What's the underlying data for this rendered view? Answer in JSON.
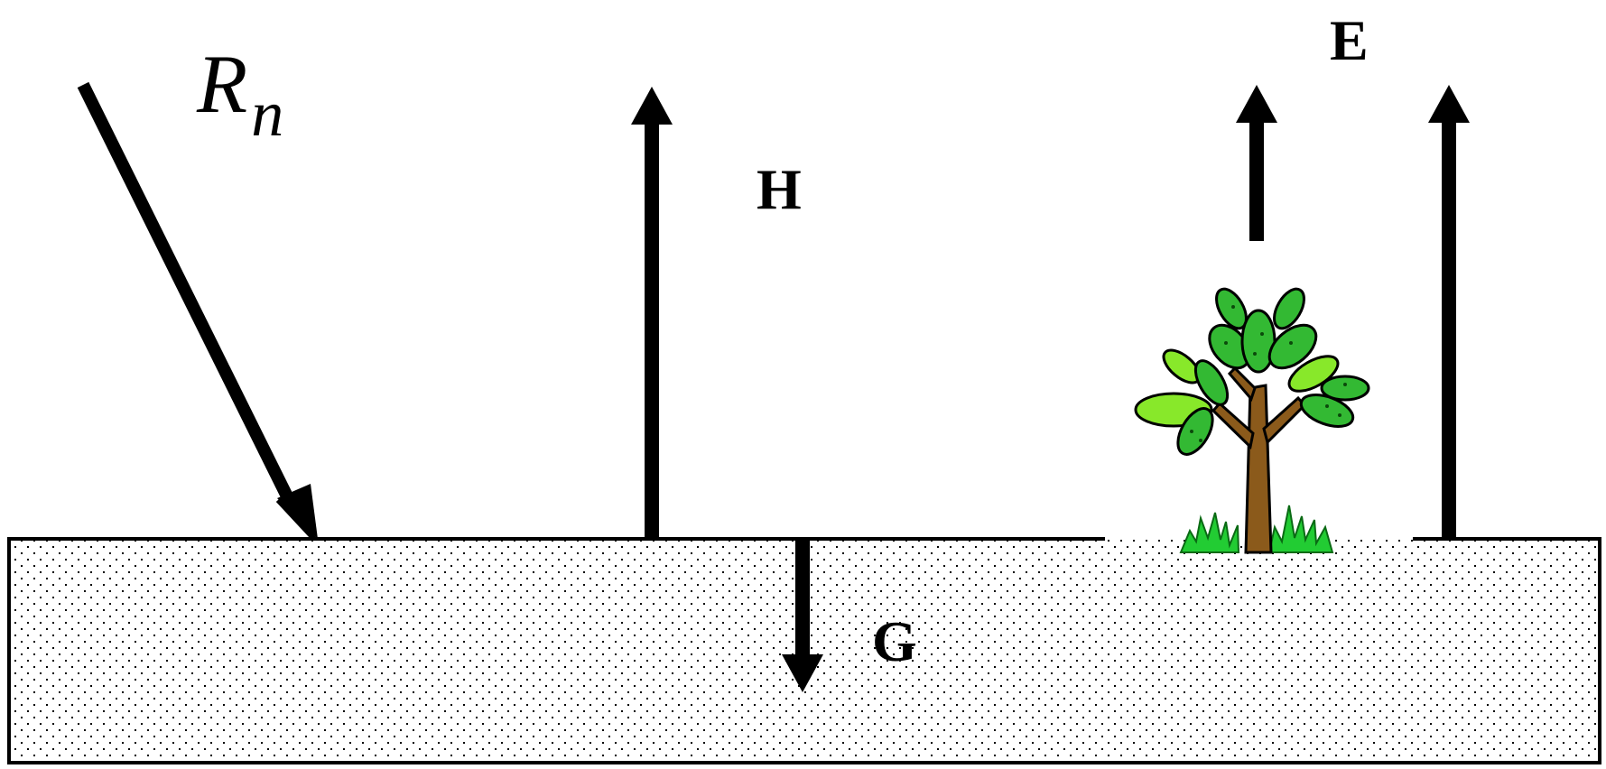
{
  "labels": {
    "net_radiation": "R",
    "net_radiation_subscript": "n",
    "sensible_heat": "H",
    "latent_heat": "E",
    "ground_heat": "G"
  },
  "colors": {
    "soil_fill": "#ffffff",
    "soil_dots": "#000000",
    "arrows": "#000000",
    "trunk": "#8b5a1b",
    "leaf_dark": "#33b933",
    "leaf_light": "#88e82a",
    "grass": "#22cc33"
  }
}
